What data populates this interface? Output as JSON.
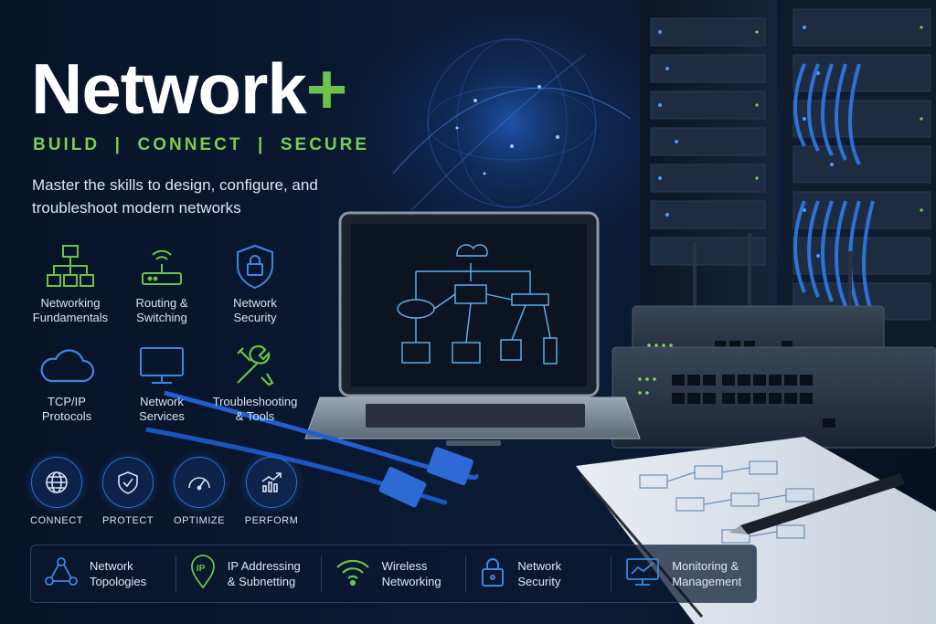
{
  "title": {
    "main": "Network",
    "plus": "+"
  },
  "tagline": "BUILD  |  CONNECT  |  SECURE",
  "subtitle": "Master the skills to design, configure, and troubleshoot modern networks",
  "features": [
    {
      "label1": "Networking",
      "label2": "Fundamentals",
      "icon": "network-diagram-icon"
    },
    {
      "label1": "Routing &",
      "label2": "Switching",
      "icon": "router-icon"
    },
    {
      "label1": "Network",
      "label2": "Security",
      "icon": "shield-lock-icon"
    },
    {
      "label1": "TCP/IP",
      "label2": "Protocols",
      "icon": "cloud-icon"
    },
    {
      "label1": "Network",
      "label2": "Services",
      "icon": "monitor-icon"
    },
    {
      "label1": "Troubleshooting",
      "label2": "& Tools",
      "icon": "tools-icon"
    }
  ],
  "badges": [
    {
      "label": "CONNECT",
      "icon": "globe-icon"
    },
    {
      "label": "PROTECT",
      "icon": "shield-check-icon"
    },
    {
      "label": "OPTIMIZE",
      "icon": "gauge-icon"
    },
    {
      "label": "PERFORM",
      "icon": "chart-up-icon"
    }
  ],
  "bottom": [
    {
      "label1": "Network",
      "label2": "Topologies",
      "icon": "topology-icon"
    },
    {
      "label1": "IP Addressing",
      "label2": "& Subnetting",
      "icon": "ip-pin-icon"
    },
    {
      "label1": "Wireless",
      "label2": "Networking",
      "icon": "wifi-icon"
    },
    {
      "label1": "Network",
      "label2": "Security",
      "icon": "padlock-icon"
    },
    {
      "label1": "Monitoring &",
      "label2": "Management",
      "icon": "monitor-chart-icon"
    }
  ],
  "colors": {
    "accent_green": "#6cc24a",
    "accent_blue": "#2f6fd0",
    "background": "#06101f"
  }
}
